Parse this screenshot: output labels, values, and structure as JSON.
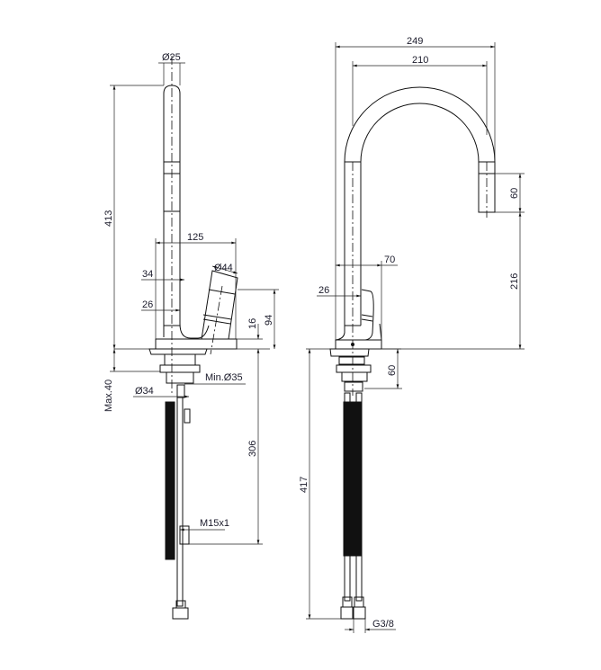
{
  "title": "Faucet technical drawing",
  "side_view": {
    "dims": {
      "spout_diameter": "Ø25",
      "total_height": "413",
      "projection": "125",
      "handle_diameter": "Ø44",
      "dim_34": "34",
      "dim_26": "26",
      "handle_height": "94",
      "base_height": "16",
      "max_counter": "Max.40",
      "min_hole": "Min.Ø35",
      "shank_diameter": "Ø34",
      "shank_length": "306",
      "thread": "M15x1"
    }
  },
  "front_view": {
    "dims": {
      "overall_width": "249",
      "reach": "210",
      "outlet_length": "60",
      "outlet_height": "216",
      "base_width": "70",
      "dim_26": "26",
      "under_counter": "60",
      "hose_length": "417",
      "connection": "G3/8"
    }
  }
}
